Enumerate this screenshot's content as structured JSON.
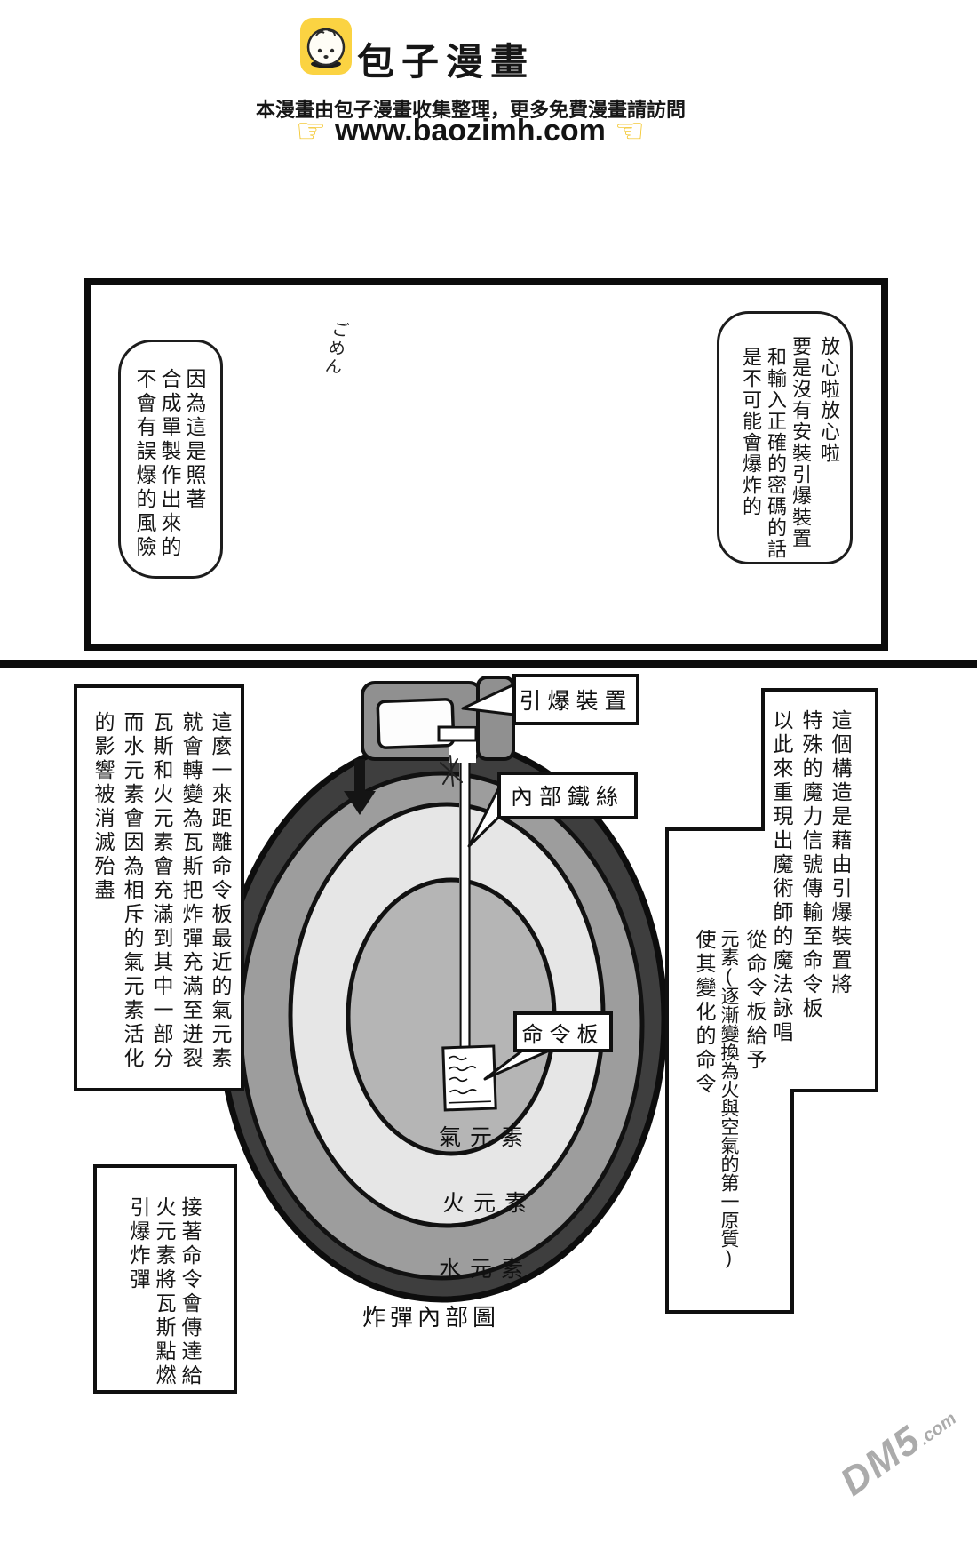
{
  "header": {
    "logo_text": "包子漫畫",
    "tagline": "本漫畫由包子漫畫收集整理，更多免費漫畫請訪問",
    "url": "www.baozimh.com",
    "hand_left": "☞",
    "hand_right": "☜",
    "brand_yellow": "#FBD342",
    "hand_yellow": "#F2C018"
  },
  "panel1": {
    "left_bubble": [
      "因為這是照著",
      "合成單製作出來的",
      "不會有誤爆的風險"
    ],
    "sfx": "ごめん",
    "right_bubble": [
      "放心啦放心啦",
      "要是沒有安裝引爆裝置",
      "和輸入正確的密碼的話",
      "是不可能會爆炸的"
    ]
  },
  "diagram": {
    "labels": {
      "detonator": "引爆裝置",
      "wire": "內部鐵絲",
      "board": "命令板",
      "air": "氣元素",
      "fire": "火元素",
      "water": "水元素",
      "caption": "炸彈內部圖"
    },
    "left_box": [
      "這麼一來距離命令板最近的氣元素",
      "就會轉變為瓦斯把炸彈充滿至迸裂",
      "瓦斯和火元素會充滿到其中一部分",
      "而水元素會因為相斥的氣元素活化",
      "的影響被消滅殆盡"
    ],
    "bottom_left_box": [
      "接著命令會傳達給",
      "火元素將瓦斯點燃",
      "引爆炸彈"
    ],
    "right_box_top": [
      "這個構造是藉由引爆裝置將",
      "特殊的魔力信號傳輸至命令板",
      "以此來重現出魔術師的魔法詠唱"
    ],
    "right_box_lower": [
      "從命令板給予",
      "元素(逐漸變換為火與空氣的第一原質)",
      "使其變化的命令"
    ],
    "colors": {
      "casing_dark": "#3E3E3E",
      "water_ring": "#9D9D9D",
      "fire_ring": "#E6E6E6",
      "air_core": "#B5B5B5",
      "device_gray": "#909090"
    }
  },
  "watermark": {
    "big": "DM5",
    "small": ".com"
  }
}
